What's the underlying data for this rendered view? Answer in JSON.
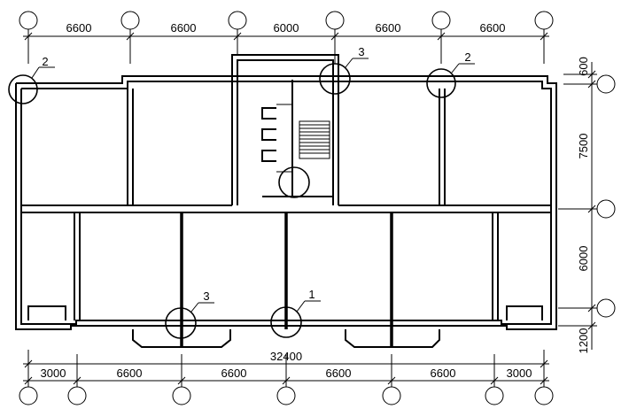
{
  "top_dimensions": [
    "6600",
    "6600",
    "6000",
    "6600",
    "6600"
  ],
  "bottom_dimensions": [
    "3000",
    "6600",
    "6600",
    "6600",
    "6600",
    "3000"
  ],
  "bottom_total": "32400",
  "right_dimensions": [
    "600",
    "7500",
    "6000",
    "1200"
  ],
  "callouts": [
    "2",
    "3",
    "2",
    "3",
    "1"
  ]
}
